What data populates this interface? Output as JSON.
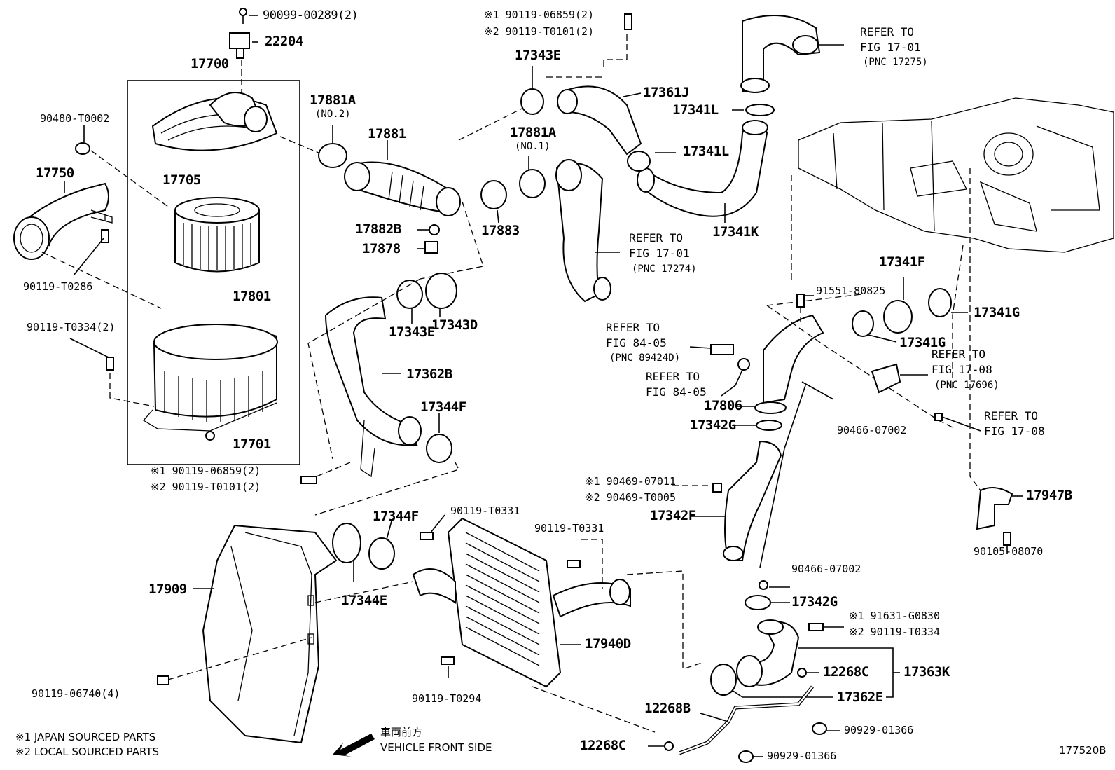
{
  "parts": {
    "p90099": "90099-00289(2)",
    "p22204": "22204",
    "p17700": "17700",
    "p90480": "90480-T0002",
    "p17705": "17705",
    "p17750": "17750",
    "p17801": "17801",
    "p90119t0286": "90119-T0286",
    "p90119t0334_2": "90119-T0334(2)",
    "p17701": "17701",
    "p17881a_top": "17881A",
    "p17881a_top_sub": "(NO.2)",
    "p17881": "17881",
    "p17882b": "17882B",
    "p17878": "17878",
    "p17883": "17883",
    "p17343e_top": "17343E",
    "p17881a_mid": "17881A",
    "p17881a_mid_sub": "(NO.1)",
    "p17361j": "17361J",
    "p17341l_a": "17341L",
    "p17341l_b": "17341L",
    "p17341k": "17341K",
    "p17343e_mid": "17343E",
    "p17343d": "17343D",
    "p17362b": "17362B",
    "p17344f_mid": "17344F",
    "p17341f": "17341F",
    "p91551": "91551-80825",
    "p17341g_a": "17341G",
    "p17341g_b": "17341G",
    "p17806": "17806",
    "p17342g_a": "17342G",
    "p90466_a": "90466-07002",
    "p17947b": "17947B",
    "p90105": "90105-08070",
    "p17342f": "17342F",
    "p90466_b": "90466-07002",
    "p17342g_b": "17342G",
    "p17363k": "17363K",
    "p12268c_a": "12268C",
    "p17362e": "17362E",
    "p12268b": "12268B",
    "p90929_a": "90929-01366",
    "p90929_b": "90929-01366",
    "p12268c_b": "12268C",
    "p17344f_low": "17344F",
    "p90119t0331_a": "90119-T0331",
    "p90119t0331_b": "90119-T0331",
    "p17909": "17909",
    "p17344e": "17344E",
    "p17940d": "17940D",
    "p90119t0294": "90119-T0294",
    "p90119_06740": "90119-06740(4)"
  },
  "marked": {
    "top_1": "※1 90119-06859(2)",
    "top_2": "※2 90119-T0101(2)",
    "left_1": "※1 90119-06859(2)",
    "left_2": "※2 90119-T0101(2)",
    "mid_1": "※1 90469-07011",
    "mid_2": "※2 90469-T0005",
    "low_1": "※1 91631-G0830",
    "low_2": "※2 90119-T0334"
  },
  "refers": {
    "r1701a_l1": "REFER TO",
    "r1701a_l2": "FIG 17-01",
    "r1701a_l3": "(PNC 17275)",
    "r1701b_l1": "REFER TO",
    "r1701b_l2": "FIG 17-01",
    "r1701b_l3": "(PNC 17274)",
    "r8405a_l1": "REFER TO",
    "r8405a_l2": "FIG 84-05",
    "r8405a_l3": "(PNC 89424D)",
    "r8405b_l1": "REFER TO",
    "r8405b_l2": "FIG 84-05",
    "r1708a_l1": "REFER TO",
    "r1708a_l2": "FIG 17-08",
    "r1708a_l3": "(PNC 17696)",
    "r1708b_l1": "REFER TO",
    "r1708b_l2": "FIG 17-08"
  },
  "notes": {
    "note1": "※1 JAPAN SOURCED PARTS",
    "note2": "※2 LOCAL SOURCED PARTS",
    "front_jp": "車両前方",
    "front_en": "VEHICLE FRONT SIDE"
  },
  "figure_id": "177520B"
}
